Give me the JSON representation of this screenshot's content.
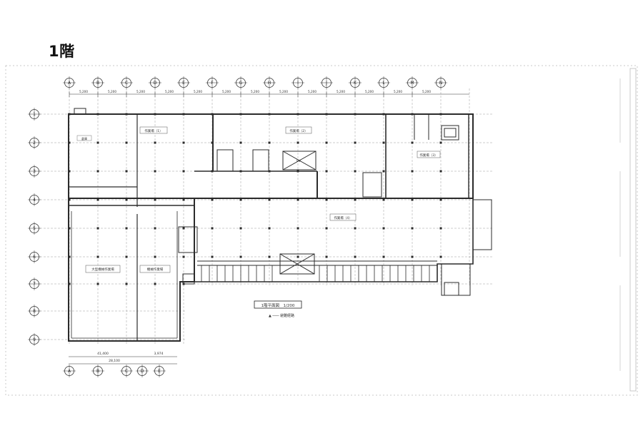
{
  "title": "1階",
  "axes_top": [
    "A",
    "B",
    "C",
    "D",
    "E",
    "F",
    "G",
    "H",
    "I",
    "J",
    "K",
    "L",
    "M",
    "N"
  ],
  "axes_left": [
    "1",
    "2",
    "3",
    "4",
    "5",
    "6",
    "7",
    "8",
    "9"
  ],
  "axes_bottom": [
    "A",
    "B",
    "C",
    "D",
    "E"
  ],
  "top_spans": [
    "5,200",
    "5,200",
    "5,200",
    "5,200",
    "5,200",
    "5,200",
    "5,200",
    "5,200",
    "5,200",
    "5,200",
    "5,200",
    "5,200",
    "5,200"
  ],
  "bottom_dims": [
    "41,400",
    "3,974",
    "28,100"
  ],
  "rooms": [
    {
      "id": "room-a",
      "label": "倉庫"
    },
    {
      "id": "room-b",
      "label": "作業場（1）"
    },
    {
      "id": "room-c",
      "label": "作業場（2）"
    },
    {
      "id": "room-d",
      "label": "作業場（3）"
    },
    {
      "id": "room-e",
      "label": "作業場（4）"
    },
    {
      "id": "room-f",
      "label": "大型機械作業場"
    },
    {
      "id": "room-g",
      "label": "機械作業場"
    },
    {
      "id": "room-h",
      "label": "EV"
    }
  ],
  "legend": {
    "scale": "1階平面図　1/200",
    "note": "▲ ─── 避難経路"
  },
  "colors": {
    "line": "#2b2b2b",
    "thin": "#8a8a8a",
    "fill": "#f3f3f3"
  }
}
